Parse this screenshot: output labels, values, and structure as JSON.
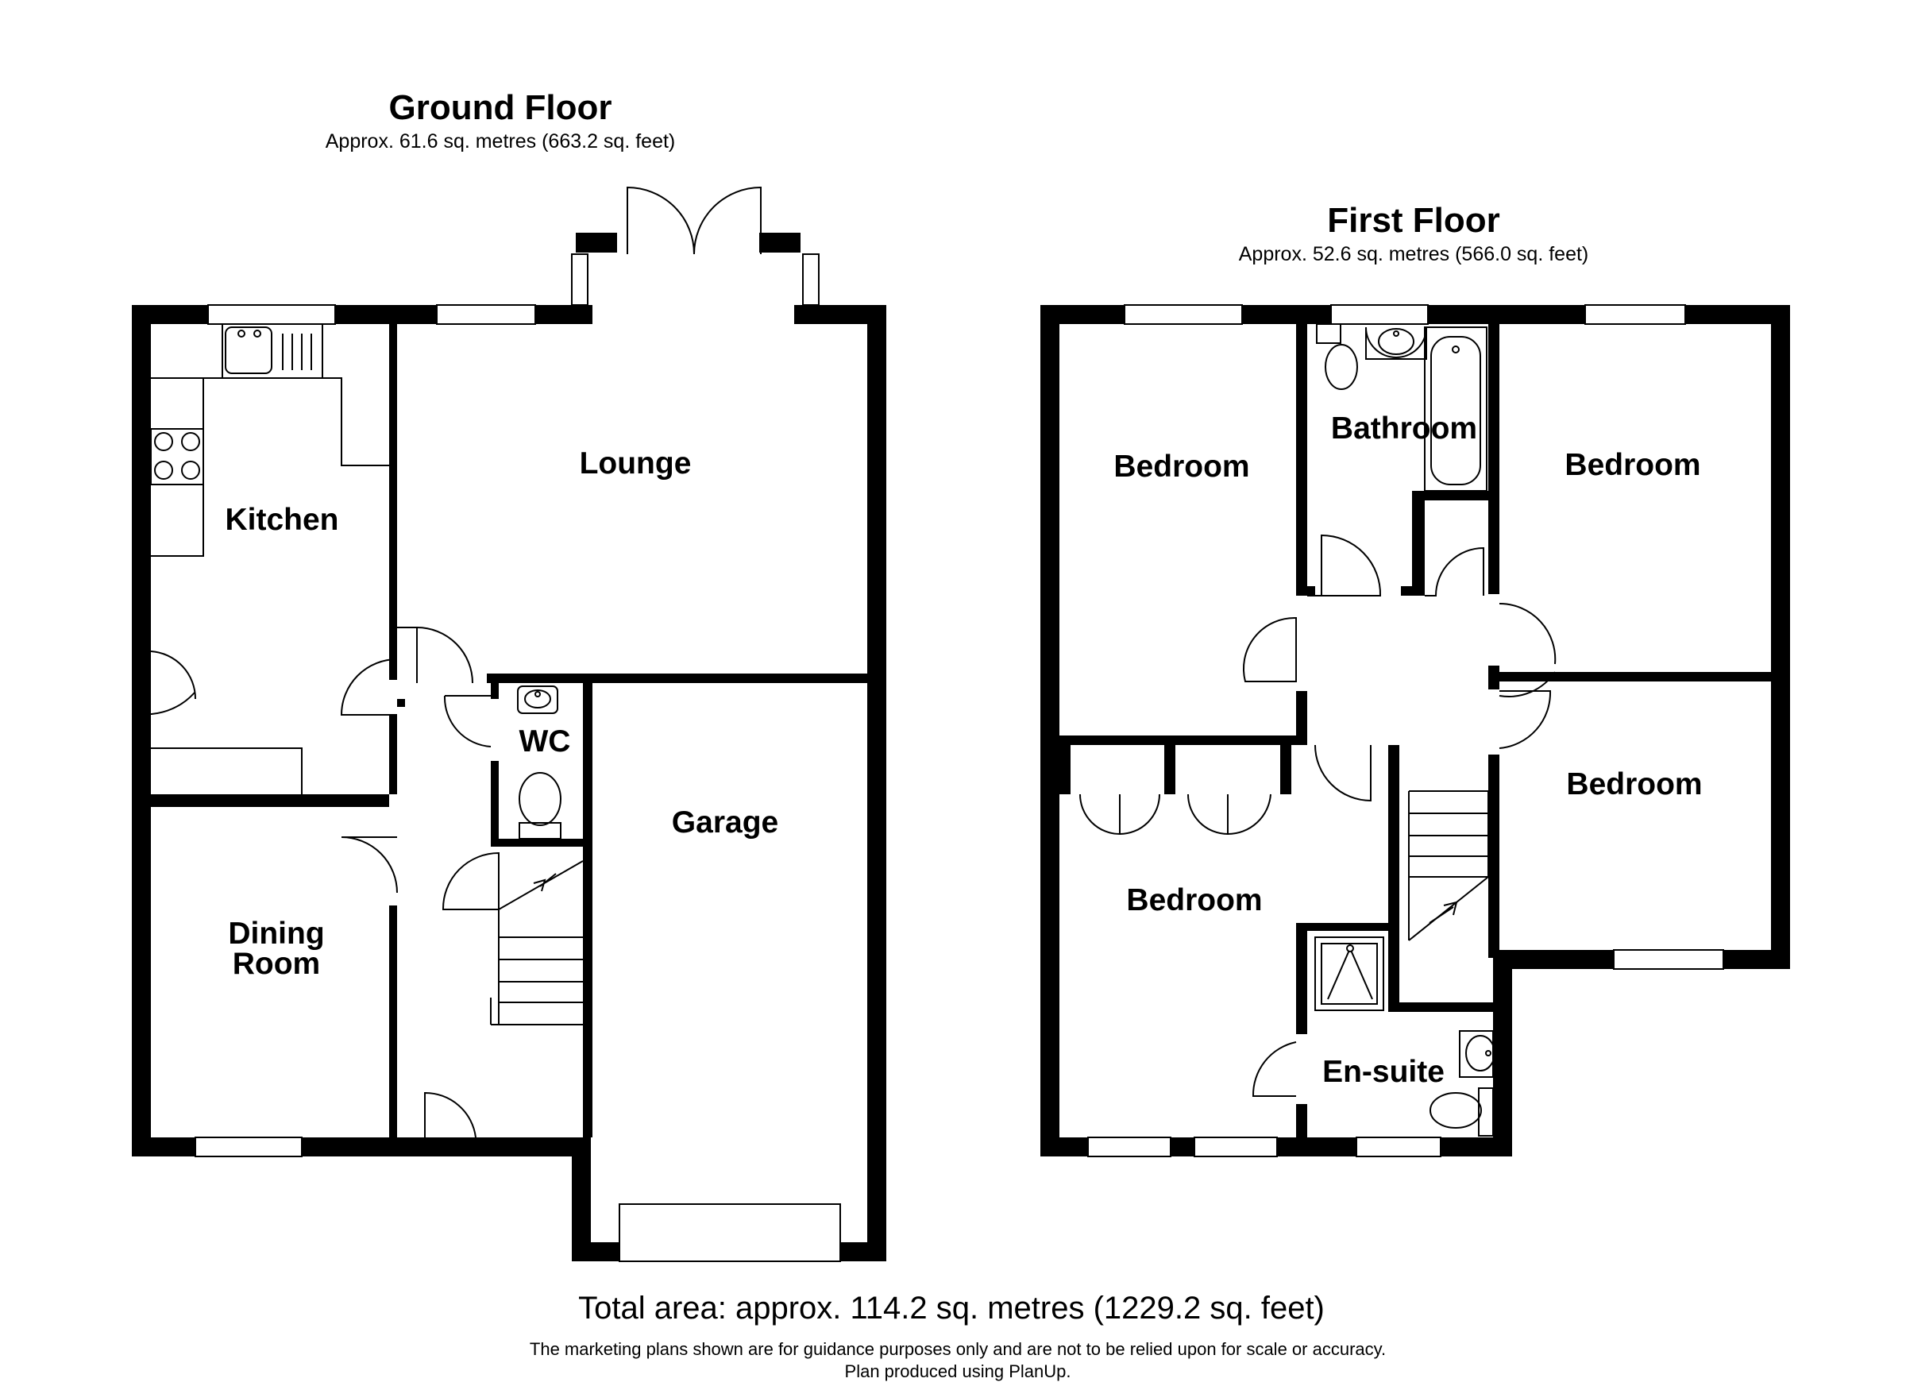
{
  "ground_floor": {
    "title": "Ground Floor",
    "area": "Approx. 61.6 sq. metres (663.2 sq. feet)",
    "rooms": {
      "kitchen": "Kitchen",
      "lounge": "Lounge",
      "wc": "WC",
      "garage": "Garage",
      "dining_line1": "Dining",
      "dining_line2": "Room"
    }
  },
  "first_floor": {
    "title": "First Floor",
    "area": "Approx. 52.6 sq. metres (566.0 sq. feet)",
    "rooms": {
      "bedroom_top_left": "Bedroom",
      "bathroom": "Bathroom",
      "bedroom_top_right": "Bedroom",
      "bedroom_mid_right": "Bedroom",
      "bedroom_main": "Bedroom",
      "ensuite": "En-suite"
    }
  },
  "footer": {
    "total_area": "Total area: approx. 114.2 sq. metres (1229.2 sq. feet)",
    "disclaimer": "The marketing plans shown are for guidance purposes only and are not to be relied upon for scale or accuracy.",
    "credit": "Plan produced using PlanUp."
  },
  "colors": {
    "walls": "#000000",
    "background": "#ffffff"
  }
}
